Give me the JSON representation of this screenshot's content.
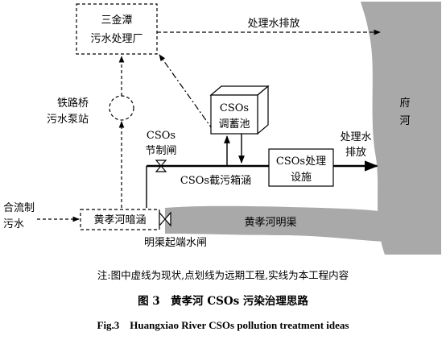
{
  "diagram": {
    "plant_line1": "三金潭",
    "plant_line2": "污水处理厂",
    "treated_discharge_top": "处理水排放",
    "pump_line1": "铁路桥",
    "pump_line2": "污水泵站",
    "tank_line1": "CSOs",
    "tank_line2": "调蓄池",
    "gate_line1": "CSOs",
    "gate_line2": "节制闸",
    "box_culvert": "CSOs截污箱涵",
    "facility_line1": "CSOs处理",
    "facility_line2": "设施",
    "discharge_line1": "处理水",
    "discharge_line2": "排放",
    "river_line1": "府",
    "river_line2": "河",
    "combined_line1": "合流制",
    "combined_line2": "污水",
    "culvert": "黄孝河暗涵",
    "open_channel": "黄孝河明渠",
    "sluice": "明渠起端水闸"
  },
  "caption": {
    "note": "注:图中虚线为现状,点划线为远期工程,实线为本工程内容",
    "title_cn": "图 3　黄孝河 CSOs 污染治理思路",
    "title_en": "Fig.3　Huangxiao River CSOs pollution treatment ideas"
  },
  "colors": {
    "river_fill": "#a9a9a9",
    "line": "#000000"
  }
}
